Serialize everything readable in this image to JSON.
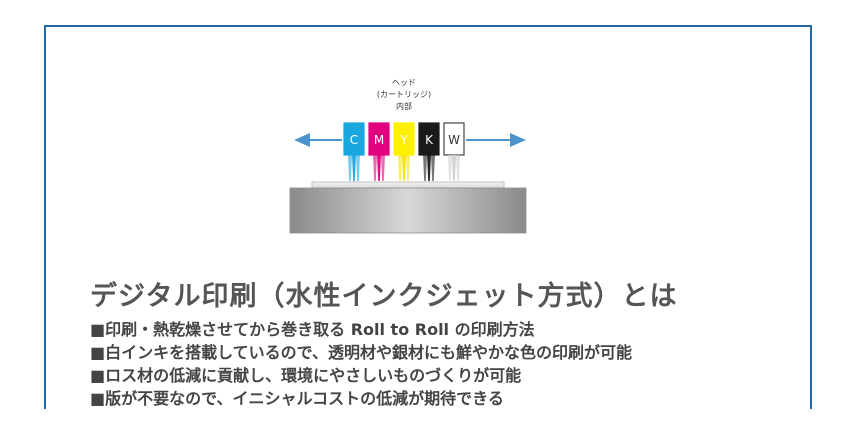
{
  "diagram": {
    "head_label_lines": [
      "ヘッド",
      "(カートリッジ)",
      "内部"
    ],
    "cartridges": [
      {
        "letter": "C",
        "color": "#19a7df",
        "nozzle": "#19a7df",
        "text_color": "#ffffff"
      },
      {
        "letter": "M",
        "color": "#e3007f",
        "nozzle": "#e3007f",
        "text_color": "#ffffff"
      },
      {
        "letter": "Y",
        "color": "#fff000",
        "nozzle": "#f3e100",
        "text_color": "#ffffff"
      },
      {
        "letter": "K",
        "color": "#1a1a1a",
        "nozzle": "#1a1a1a",
        "text_color": "#ffffff"
      },
      {
        "letter": "W",
        "color": "#ffffff",
        "nozzle": "#cfcfcf",
        "text_color": "#333333"
      }
    ],
    "arrow_color": "#4d93cc",
    "left_arrow_icon": "arrow-left-icon",
    "right_arrow_icon": "arrow-right-icon"
  },
  "heading": "デジタル印刷（水性インクジェット方式）とは",
  "bullets": [
    "■印刷・熱乾燥させてから巻き取る Roll to Roll の印刷方法",
    "■白インキを搭載しているので、透明材や銀材にも鮮やかな色の印刷が可能",
    "■ロス材の低減に貢献し、環境にやさしいものづくりが可能",
    "■版が不要なので、イニシャルコストの低減が期待できる"
  ],
  "colors": {
    "frame_border": "#2566a8",
    "heading_text": "#555555",
    "body_text": "#444444"
  }
}
